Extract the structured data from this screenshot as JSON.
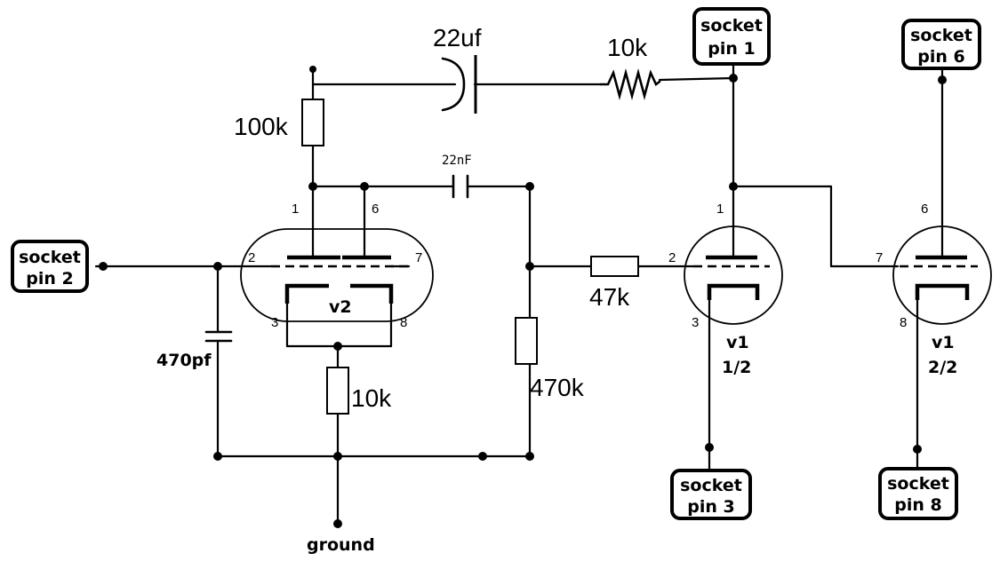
{
  "components": {
    "c_coupling": "22uf",
    "r_series": "10k",
    "r_plate": "100k",
    "c_interstage": "22nF",
    "r_grid": "47k",
    "r_grid_leak": "470k",
    "r_cathode": "10k",
    "c_input": "470pf"
  },
  "tubes": {
    "v2": "v2",
    "v1a_name": "v1",
    "v1a_half": "1/2",
    "v1b_name": "v1",
    "v1b_half": "2/2"
  },
  "pins": {
    "v2_plate1": "1",
    "v2_plate6": "6",
    "v2_grid2": "2",
    "v2_grid7": "7",
    "v2_cath3": "3",
    "v2_cath8": "8",
    "v1a_plate": "1",
    "v1a_grid": "2",
    "v1a_cath": "3",
    "v1b_plate": "6",
    "v1b_grid": "7",
    "v1b_cath": "8"
  },
  "sockets": {
    "pin1": [
      "socket",
      "pin 1"
    ],
    "pin6": [
      "socket",
      "pin 6"
    ],
    "pin2": [
      "socket",
      "pin 2"
    ],
    "pin3": [
      "socket",
      "pin 3"
    ],
    "pin8": [
      "socket",
      "pin 8"
    ]
  },
  "ground_label": "ground"
}
